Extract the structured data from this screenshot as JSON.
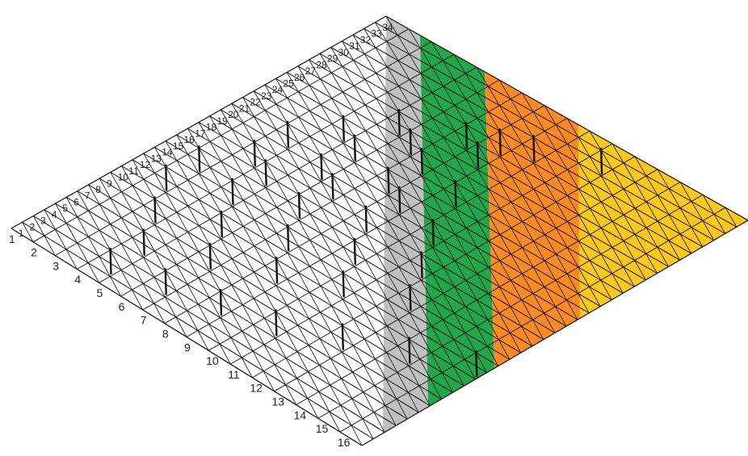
{
  "diagram": {
    "top_edge_labels": [
      "1",
      "2",
      "3",
      "4",
      "5",
      "6",
      "7",
      "8",
      "9",
      "10",
      "11",
      "12",
      "13",
      "14",
      "15",
      "16",
      "17",
      "18",
      "19",
      "20",
      "21",
      "22",
      "23",
      "24",
      "25",
      "26",
      "27",
      "28",
      "29",
      "30",
      "31",
      "32",
      "33",
      "34"
    ],
    "left_edge_labels": [
      "1",
      "2",
      "3",
      "4",
      "5",
      "6",
      "7",
      "8",
      "9",
      "10",
      "11",
      "12",
      "13",
      "14",
      "15",
      "16"
    ],
    "zones": [
      {
        "name": "white-zone",
        "color": "#ffffff"
      },
      {
        "name": "gray-zone",
        "color": "#c0c0c0"
      },
      {
        "name": "green-zone",
        "color": "#22a84a"
      },
      {
        "name": "orange-zone",
        "color": "#ff8a24"
      },
      {
        "name": "yellow-zone",
        "color": "#ffc81e"
      }
    ],
    "line_color": "#111111"
  }
}
